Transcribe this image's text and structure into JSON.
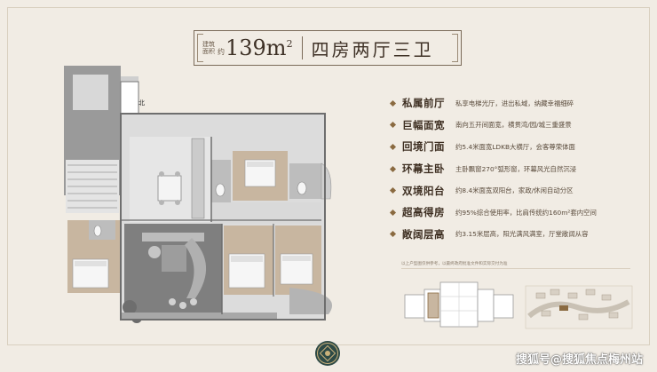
{
  "header": {
    "area_label_top": "建筑",
    "area_label_bottom": "面积",
    "area_unit": "约",
    "area_value": "139m",
    "area_sup": "2",
    "layout_title": "四房两厅三卫"
  },
  "features": [
    {
      "title": "私属前厅",
      "desc": "私享电梯光厅，进出私域，纳藏幸福细碎"
    },
    {
      "title": "巨幅面宽",
      "desc": "南向五开间面宽，横贯湾/园/城三重盛景"
    },
    {
      "title": "回境门面",
      "desc": "约5.4米面宽LDKB大横厅，会客尊荣体面"
    },
    {
      "title": "环幕主卧",
      "desc": "主卧飘窗270°弧形窗，环幕风光自然沉浸"
    },
    {
      "title": "双境阳台",
      "desc": "约8.4米面宽双阳台，家政/休闲自动分区"
    },
    {
      "title": "超高得房",
      "desc": "约95%综合使用率，比肩传统约160m²套内空间"
    },
    {
      "title": "敞阔层高",
      "desc": "约3.15米层高，阳光满风满室，厅堂敞阔从容"
    }
  ],
  "footnote": "以上户型图仅供参考，以最终政府批准文件和实际交付为准",
  "plan_labels": {
    "north": "北"
  },
  "watermark": "搜狐号@搜狐焦点梅州站",
  "colors": {
    "background": "#f1ece4",
    "accent": "#8a6a40",
    "text": "#3e2f22",
    "plan_dark": "#8e8e8e",
    "plan_light": "#d6d6d6",
    "wood": "#c8b6a0"
  }
}
